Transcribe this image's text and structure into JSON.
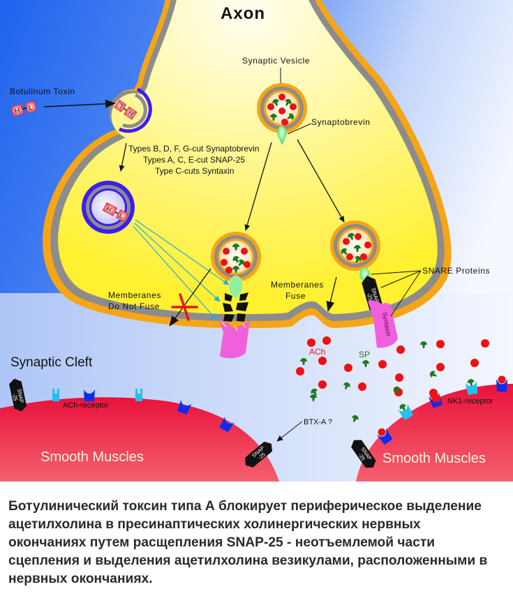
{
  "diagram": {
    "title": "Axon",
    "labels": {
      "botulinum_toxin": "Botulinum Toxin",
      "synaptic_vesicle": "Synaptic Vesicle",
      "synaptobrevin": "Synaptobrevin",
      "types_line_1": "Types B, D, F, G-cut Synaptobrevin",
      "types_line_2": "Types A, C, E-cut SNAP-25",
      "types_line_3": "Type C-cuts Syntaxin",
      "no_fuse_line_1": "Memberanes",
      "no_fuse_line_2": "Do Not Fuse",
      "fuse_line_1": "Memberanes",
      "fuse_line_2": "Fuse",
      "snare_proteins": "SNARE Proteins",
      "synaptic_cleft": "Synaptic Cleft",
      "ach": "ACh",
      "sp": "SP",
      "ach_receptor": "ACh-receptor",
      "nk1_receptor": "NK1-receptor",
      "btx_a": "BTX-A ?",
      "smooth_muscles_left": "Smooth Muscles",
      "smooth_muscles_right": "Smooth Muscles",
      "syntaxin": "Syntaxin",
      "snap25_line_1": "SNAP",
      "snap25_line_2": "-25",
      "toxin_heavy": "H",
      "toxin_light": "L"
    },
    "colors": {
      "cleft_blue": "#2a6ef0",
      "cleft_light": "#f2f6fe",
      "axon_yellow": "#fff35a",
      "axon_pale": "#fffbe0",
      "membrane_orange": "#f5a516",
      "membrane_gray": "#8c8c8c",
      "endosome_blue": "#3c1ef0",
      "muscle_red": "#e8143c",
      "ach_red": "#ee1111",
      "sp_green": "#1e7a1e",
      "syntaxin_pink": "#f060dc",
      "synaptobrevin_green": "#44ee66",
      "ach_receptor_blue": "#0a2cf0",
      "nk1_receptor_cyan": "#22c0f0",
      "cleave_arrow": "#27a9e1",
      "block_x": "#ee1111"
    }
  },
  "caption": {
    "lines": [
      "Ботулинический токсин типа А блокирует периферическое выделение",
      "ацетилхолина в пресинаптических холинергических нервных",
      "окончаниях путем расщепления SNAP-25 - неотъемлемой части",
      "сцепления и выделения ацетилхолина везикулами, расположенными в",
      "нервных окончаниях."
    ]
  }
}
